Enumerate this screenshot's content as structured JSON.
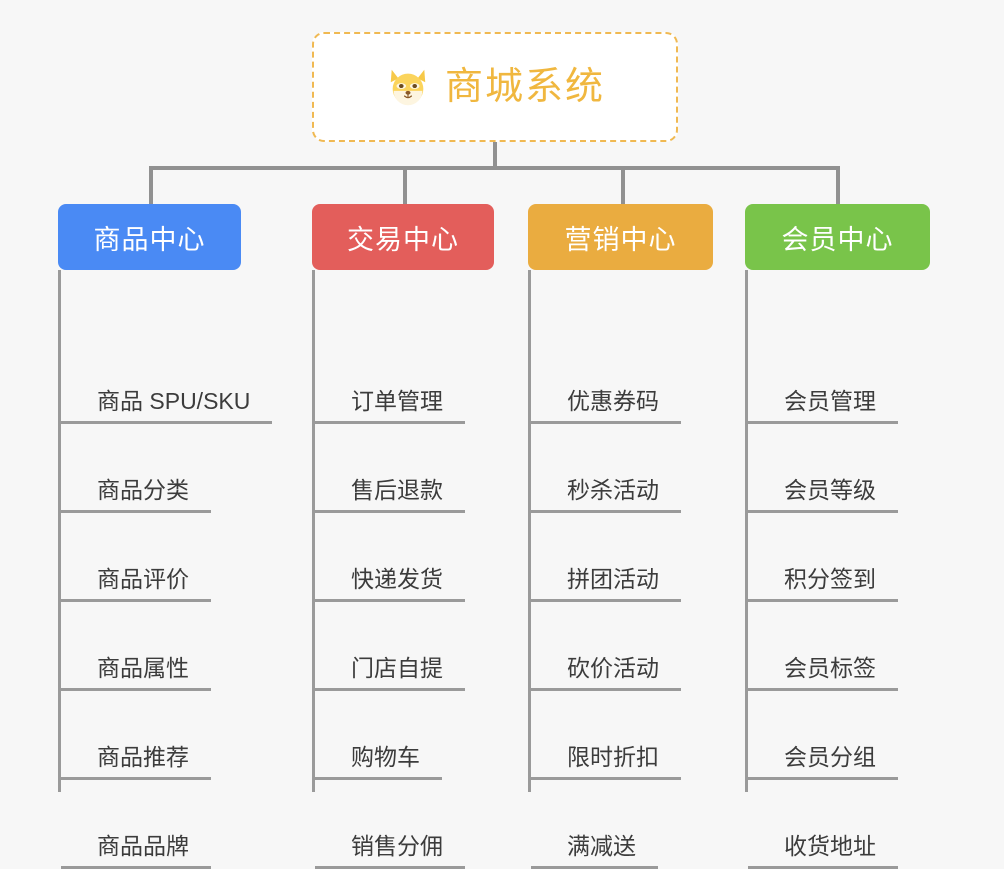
{
  "page": {
    "background": "#f7f7f7",
    "title": "商城系统"
  },
  "root": {
    "title": "商城系统",
    "icon": "shiba-dog-face-icon",
    "accent": "#f0b73f",
    "border_style": "dashed"
  },
  "branches": [
    {
      "label": "商品中心",
      "color": "#4a8af4",
      "items": [
        "商品 SPU/SKU",
        "商品分类",
        "商品评价",
        "商品属性",
        "商品推荐",
        "商品品牌"
      ]
    },
    {
      "label": "交易中心",
      "color": "#e35e5b",
      "items": [
        "订单管理",
        "售后退款",
        "快递发货",
        "门店自提",
        "购物车",
        "销售分佣"
      ]
    },
    {
      "label": "营销中心",
      "color": "#eaac40",
      "items": [
        "优惠券码",
        "秒杀活动",
        "拼团活动",
        "砍价活动",
        "限时折扣",
        "满减送"
      ]
    },
    {
      "label": "会员中心",
      "color": "#79c44a",
      "items": [
        "会员管理",
        "会员等级",
        "积分签到",
        "会员标签",
        "会员分组",
        "收货地址"
      ]
    }
  ]
}
